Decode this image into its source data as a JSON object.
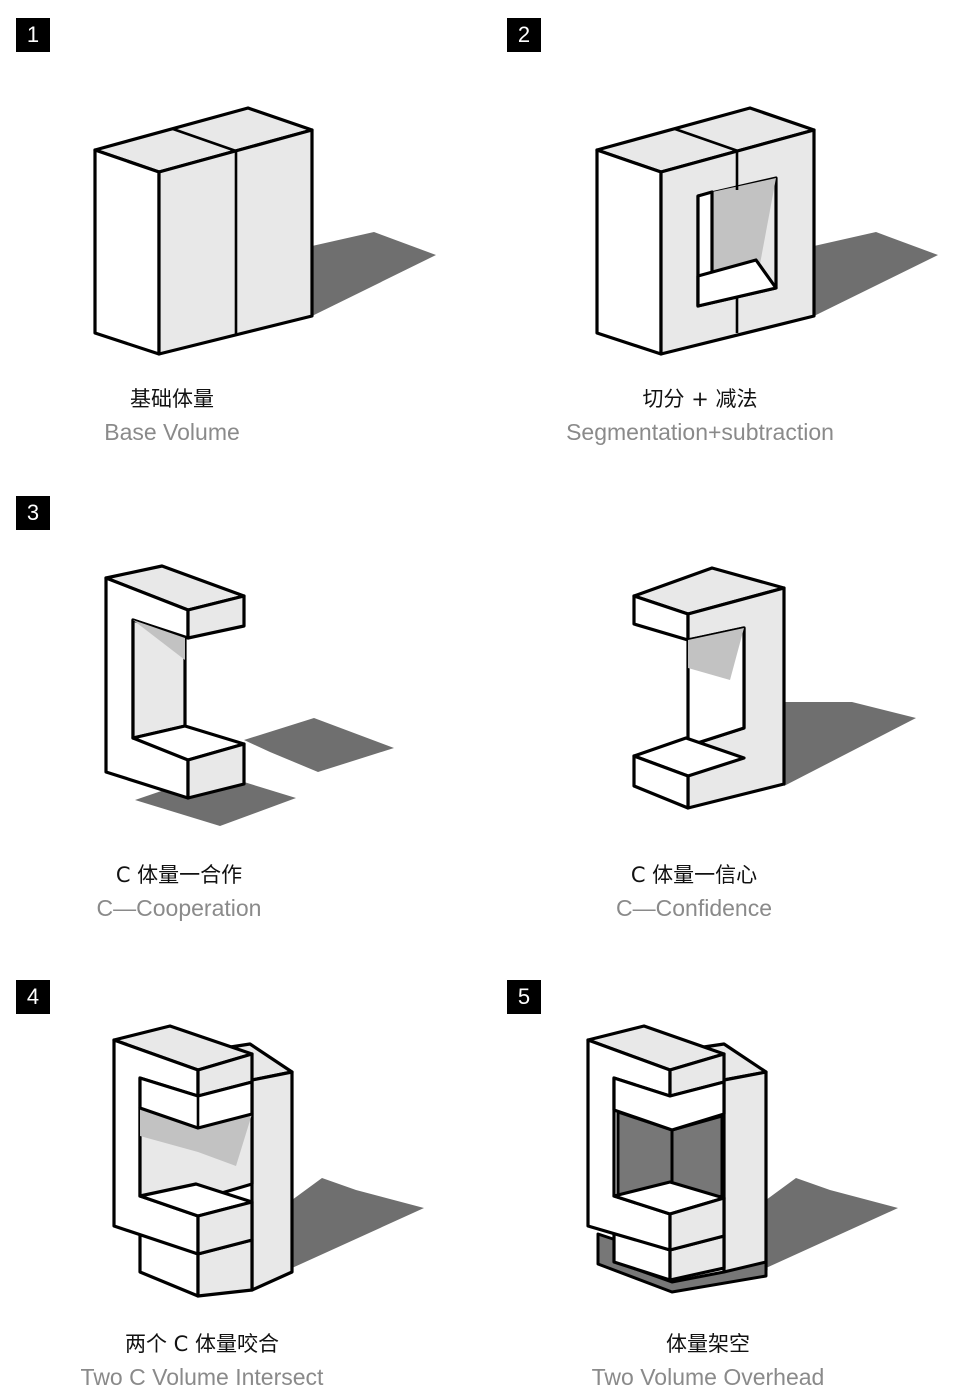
{
  "panels": [
    {
      "number": "1",
      "title_cn": "基础体量",
      "title_en": "Base Volume"
    },
    {
      "number": "2",
      "title_cn": "切分 + 减法",
      "title_en": "Segmentation+subtraction"
    },
    {
      "number": "3",
      "title_cn": "C 体量一合作",
      "title_en": "C—Cooperation"
    },
    {
      "number": "",
      "title_cn": "C 体量一信心",
      "title_en": "C—Confidence"
    },
    {
      "number": "4",
      "title_cn": "两个 C 体量咬合",
      "title_en": "Two C Volume Intersect"
    },
    {
      "number": "5",
      "title_cn": "体量架空",
      "title_en": "Two Volume Overhead"
    }
  ]
}
